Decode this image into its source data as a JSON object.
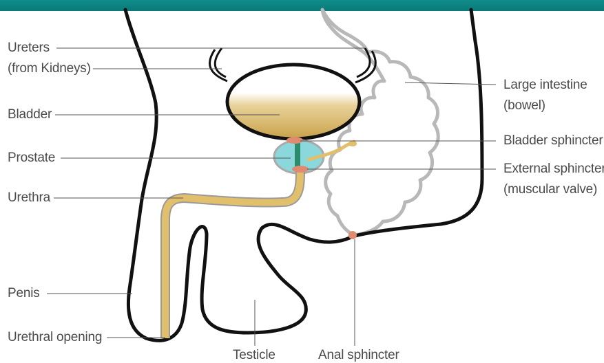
{
  "banner": {
    "title": ""
  },
  "labels": {
    "ureters_line1": "Ureters",
    "ureters_line2": "(from Kidneys)",
    "bladder": "Bladder",
    "prostate": "Prostate",
    "urethra": "Urethra",
    "penis": "Penis",
    "urethral_opening": "Urethral opening",
    "testicle": "Testicle",
    "anal_sphincter": "Anal sphincter",
    "large_intestine_line1": "Large intestine",
    "large_intestine_line2": "(bowel)",
    "bladder_sphincter": "Bladder sphincter",
    "external_sphincter_line1": "External sphincter",
    "external_sphincter_line2": "(muscular valve)"
  },
  "colors": {
    "banner": "#0a7a78",
    "urine": "#d8b25a",
    "urethra": "#e2bf6a",
    "prostate": "#8ad7dc",
    "sphincter": "#e08a70",
    "outline": "#111111",
    "intestine": "#b8b8b8"
  }
}
